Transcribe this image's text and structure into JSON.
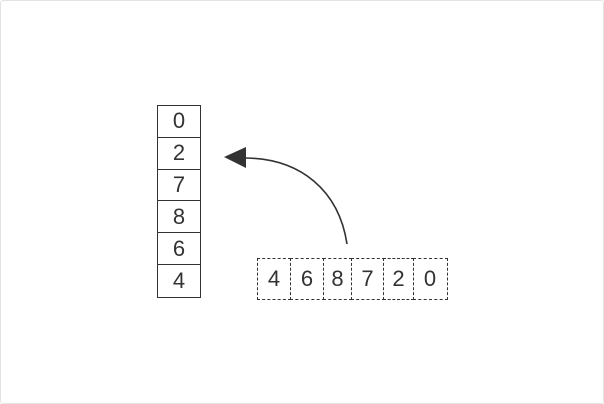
{
  "diagram": {
    "stack": {
      "values": [
        "0",
        "2",
        "7",
        "8",
        "6",
        "4"
      ]
    },
    "sequence": {
      "values": [
        "4",
        "6",
        "8",
        "7",
        "2",
        "0"
      ]
    },
    "colors": {
      "stroke": "#333333",
      "text": "#333333",
      "background": "#ffffff"
    },
    "arrow": {
      "icon": "curved-arrow-icon"
    }
  }
}
